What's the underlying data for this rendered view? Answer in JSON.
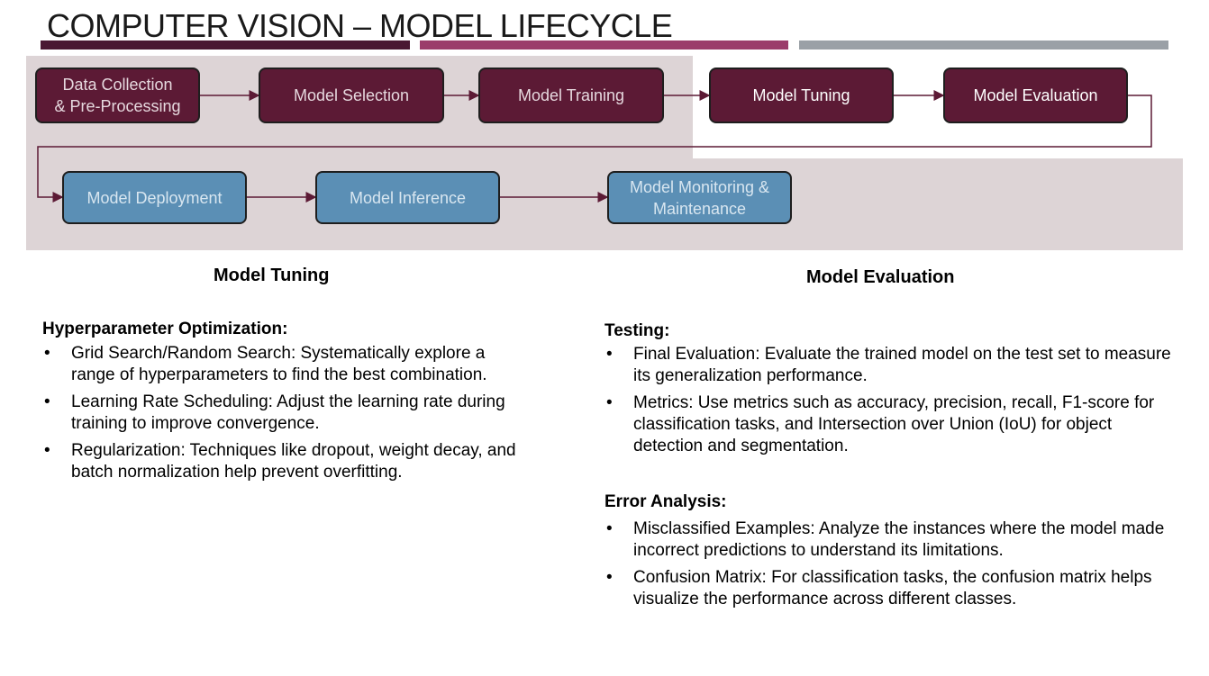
{
  "title": "COMPUTER VISION – MODEL LIFECYCLE",
  "colors": {
    "bar1": "#4a1832",
    "bar2": "#9b3c6a",
    "bar3": "#9aa0a6",
    "node_dark": "#5c1a35",
    "node_blue": "#5b8fb5",
    "band": "#ddd4d6"
  },
  "flow": {
    "nodes": [
      {
        "label": "Data Collection\n& Pre-Processing"
      },
      {
        "label": "Model Selection"
      },
      {
        "label": "Model Training"
      },
      {
        "label": "Model Tuning"
      },
      {
        "label": "Model Evaluation"
      },
      {
        "label": "Model Deployment"
      },
      {
        "label": "Model Inference"
      },
      {
        "label": "Model Monitoring &\nMaintenance"
      }
    ]
  },
  "left": {
    "heading": "Model Tuning",
    "section": "Hyperparameter Optimization:",
    "bullets": [
      "Grid Search/Random Search: Systematically explore a range of hyperparameters to find the best combination.",
      "Learning Rate Scheduling: Adjust the learning rate during training to improve convergence.",
      "Regularization: Techniques like dropout, weight decay, and batch normalization help prevent overfitting."
    ]
  },
  "right": {
    "heading": "Model Evaluation",
    "section1": "Testing:",
    "bullets1": [
      "Final Evaluation: Evaluate the trained model on the test set to measure its generalization performance.",
      "Metrics: Use metrics such as accuracy, precision, recall, F1-score for classification tasks, and Intersection over Union (IoU) for object detection and segmentation."
    ],
    "section2": "Error Analysis:",
    "bullets2": [
      "Misclassified Examples: Analyze the instances where the model made incorrect predictions to understand its limitations.",
      "Confusion Matrix: For classification tasks, the confusion matrix helps visualize the performance across different classes."
    ]
  }
}
